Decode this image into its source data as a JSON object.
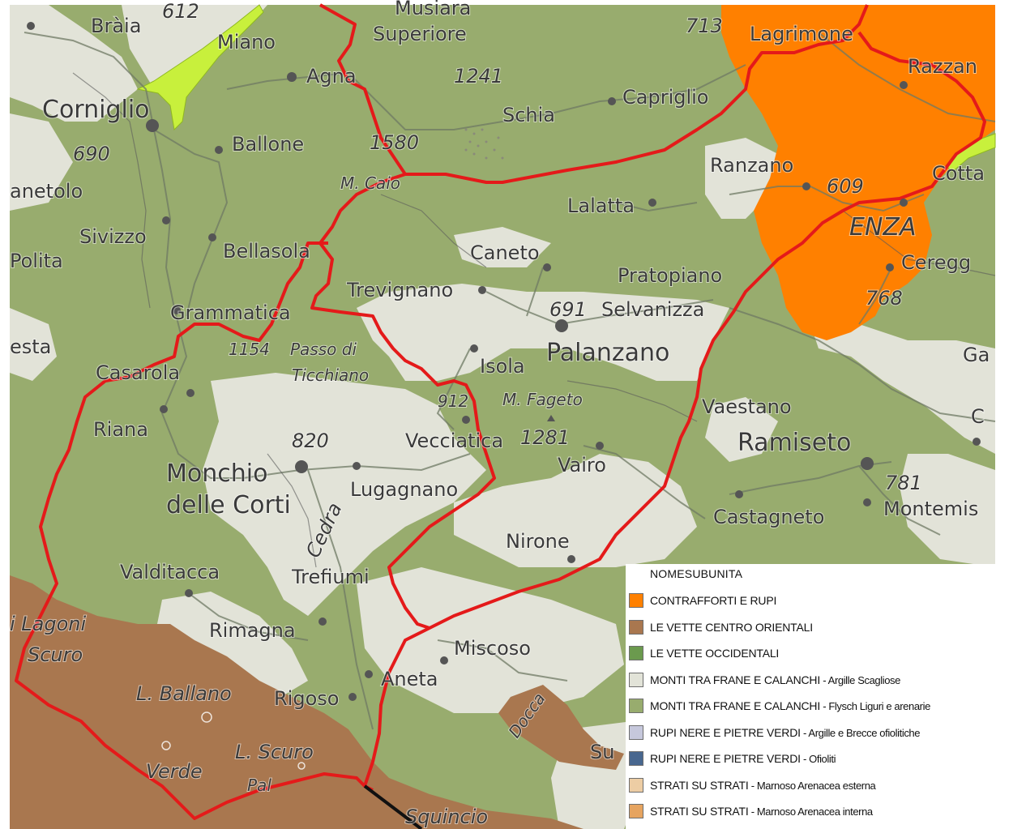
{
  "legend": {
    "title": "NOMESUBUNITA",
    "items": [
      {
        "main": "CONTRAFFORTI E RUPI",
        "sub": "",
        "color": "#ff8000"
      },
      {
        "main": "LE VETTE CENTRO ORIENTALI",
        "sub": "",
        "color": "#a9774f"
      },
      {
        "main": "LE VETTE OCCIDENTALI",
        "sub": "",
        "color": "#6b9a4e"
      },
      {
        "main": "MONTI TRA FRANE E CALANCHI",
        "sub": " - Argille Scagliose",
        "color": "#e2e3d8"
      },
      {
        "main": "MONTI TRA FRANE E CALANCHI",
        "sub": " - Flysch Liguri e arenarie",
        "color": "#98ac6e"
      },
      {
        "main": "RUPI NERE E PIETRE VERDI",
        "sub": " - Argille e Brecce ofiolitiche",
        "color": "#c6c8dc"
      },
      {
        "main": "RUPI NERE E PIETRE VERDI",
        "sub": " - Ofioliti",
        "color": "#48678f"
      },
      {
        "main": "STRATI SU STRATI",
        "sub": " - Marnoso Arenacea esterna",
        "color": "#edcda4"
      },
      {
        "main": "STRATI SU STRATI",
        "sub": " - Marnoso Arenacea interna",
        "color": "#e6a460"
      }
    ]
  },
  "places": {
    "braia": "Bràia",
    "n612": "612",
    "musiara": "Musiara",
    "superiore": "Superiore",
    "n713": "713",
    "lagrimone": "Lagrimone",
    "razzano": "Razzan",
    "miano": "Miano",
    "agna": "Agna",
    "n1241": "1241",
    "schia": "Schia",
    "capriglio": "Capriglio",
    "corniglio": "Corniglio",
    "n690": "690",
    "ballone": "Ballone",
    "n1580": "1580",
    "mcaio": "M. Caio",
    "ranzano": "Ranzano",
    "cotta": "Cotta",
    "anetolo": "anetolo",
    "lalatta": "Lalatta",
    "n609": "609",
    "enza": "ENZA",
    "sivizzo": "Sivizzo",
    "bellasola": "Bellasola",
    "caneto": "Caneto",
    "polita": "Polita",
    "pratopiano": "Pratopiano",
    "ceregg": "Ceregg",
    "trevignano": "Trevignano",
    "n768": "768",
    "grammatica": "Grammatica",
    "n691": "691",
    "selvanizza": "Selvanizza",
    "esta": "esta",
    "n1154": "1154",
    "passodi": "Passo di",
    "ticchiano": "Ticchiano",
    "isola": "Isola",
    "palanzano": "Palanzano",
    "ga": "Ga",
    "casarola": "Casarola",
    "n912": "912",
    "mfageto": "M. Fageto",
    "vaestano": "Vaestano",
    "riana": "Riana",
    "n820": "820",
    "vecciatica": "Vecciatica",
    "n1281": "1281",
    "ramiseto": "Ramiseto",
    "c": "C",
    "monchio": "Monchio",
    "dellecorti": "delle Corti",
    "vairo": "Vairo",
    "n781": "781",
    "lugagnano": "Lugagnano",
    "cedra": "Cedra",
    "castagneto": "Castagneto",
    "montemis": "Montemis",
    "nirone": "Nirone",
    "valditacca": "Valditacca",
    "trefiumi": "Trefiumi",
    "lagoni": "i Lagoni",
    "rimagna": "Rimagna",
    "scuro": "Scuro",
    "miscoso": "Miscoso",
    "ballano": "L. Ballano",
    "pigoso": "Rigoso",
    "aneta": "Aneta",
    "docca": "Docca",
    "verde": "Verde",
    "lscuro": "L. Scuro",
    "su": "Su",
    "squincio": "Squincio",
    "pal": "Pal"
  }
}
